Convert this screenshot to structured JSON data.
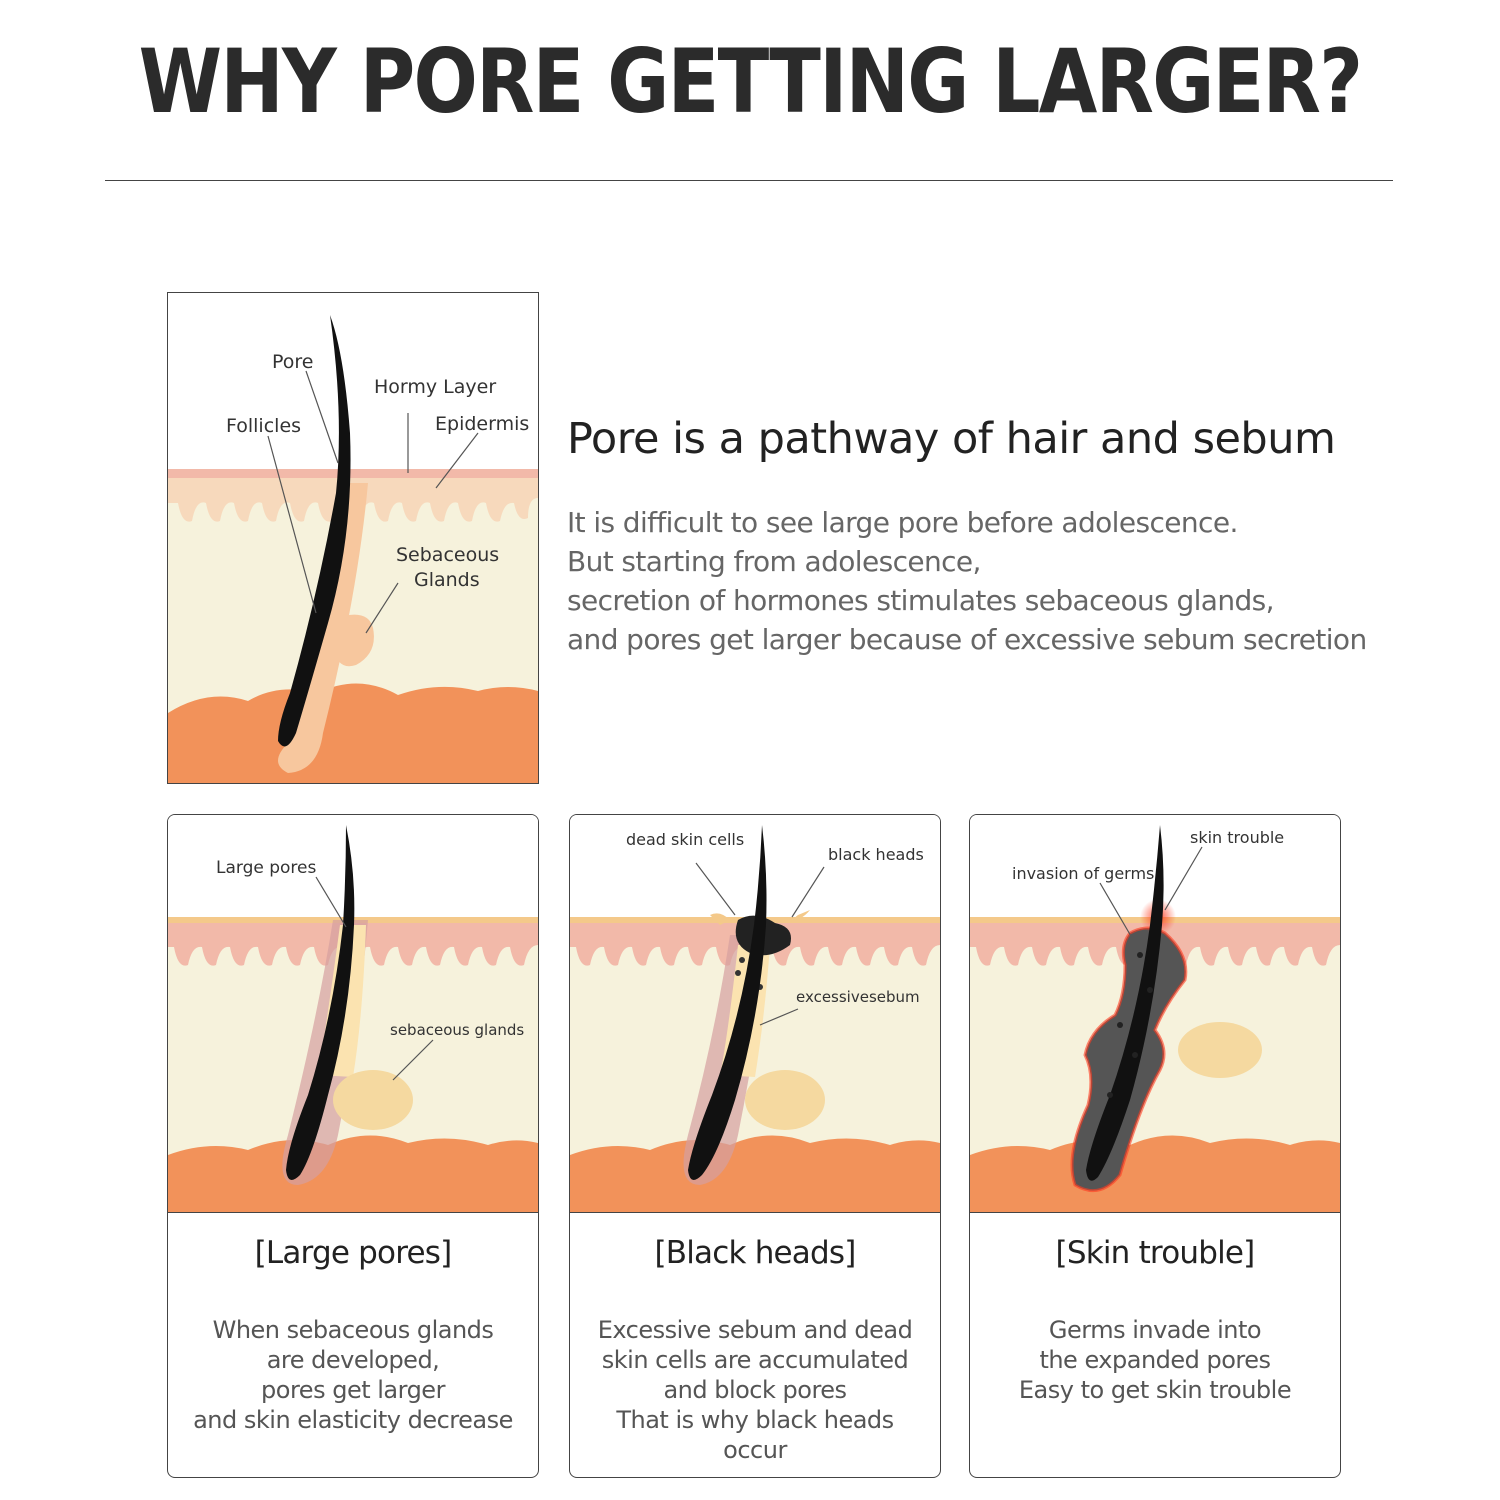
{
  "title": "WHY PORE GETTING LARGER?",
  "colors": {
    "skin_top": "#f7d9bc",
    "dermis": "#f6f2dc",
    "fat": "#f2925a",
    "hair": "#111111",
    "hormy": "#f2b9a9",
    "sebum": "#fbe3b0",
    "gland": "#f5d9a0",
    "germ_red": "#ff3b1f"
  },
  "intro": {
    "heading": "Pore is a pathway of hair and sebum",
    "lines": [
      "It is difficult to see large pore before adolescence.",
      "But starting from adolescence,",
      "secretion of hormones stimulates sebaceous glands,",
      "and pores get larger because of excessive sebum secretion"
    ],
    "diagram_labels": {
      "pore": "Pore",
      "hormy": "Hormy Layer",
      "follicles": "Follicles",
      "epidermis": "Epidermis",
      "sebaceous_1": "Sebaceous",
      "sebaceous_2": "Glands"
    }
  },
  "cards": [
    {
      "caption": "[Large pores]",
      "desc": [
        "When sebaceous glands",
        "are developed,",
        "pores get larger",
        "and skin elasticity decrease"
      ],
      "labels": {
        "a": "Large pores",
        "b": "sebaceous glands"
      }
    },
    {
      "caption": "[Black heads]",
      "desc": [
        "Excessive sebum and dead",
        "skin cells are accumulated",
        "and block pores",
        "That is why black heads",
        "occur"
      ],
      "labels": {
        "a": "dead skin cells",
        "b": "black heads",
        "c": "excessivesebum"
      }
    },
    {
      "caption": "[Skin trouble]",
      "desc": [
        "Germs invade into",
        "the expanded pores",
        "Easy to get skin trouble"
      ],
      "labels": {
        "a": "skin trouble",
        "b": "invasion of germs"
      }
    }
  ]
}
